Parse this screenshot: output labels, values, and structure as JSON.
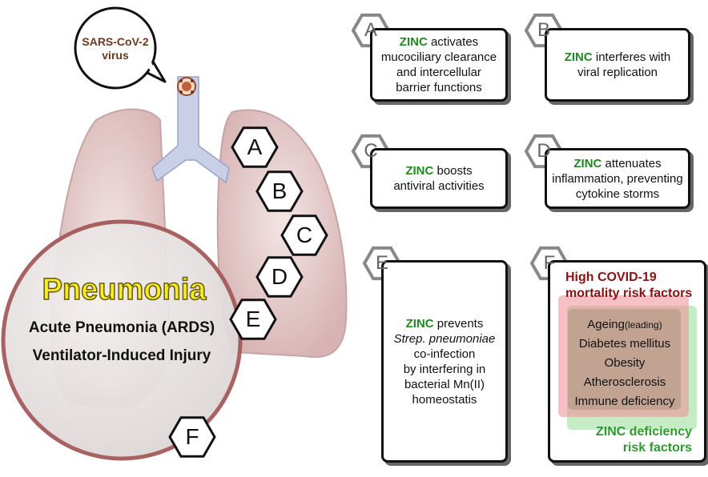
{
  "virus_label": [
    "SARS-CoV-2",
    "virus"
  ],
  "pneumonia": {
    "title": "Pneumonia",
    "line1": "Acute Pneumonia (ARDS)",
    "line2": "Ventilator-Induced Injury"
  },
  "lung_hexagons": [
    "A",
    "B",
    "C",
    "D",
    "E",
    "F"
  ],
  "cards": {
    "A": {
      "letter": "A",
      "zinc": "ZINC",
      "text": [
        " activates",
        "mucociliary clearance",
        "and intercellular",
        "barrier functions"
      ]
    },
    "B": {
      "letter": "B",
      "zinc": "ZINC",
      "text": [
        " interferes with",
        "viral replication"
      ]
    },
    "C": {
      "letter": "C",
      "zinc": "ZINC",
      "text": [
        " boosts",
        "antiviral activities"
      ]
    },
    "D": {
      "letter": "D",
      "zinc": "ZINC",
      "text": [
        " attenuates",
        "inflammation, preventing",
        "cytokine storms"
      ]
    },
    "E": {
      "letter": "E",
      "zinc": "ZINC",
      "text": [
        " prevents",
        "Strep. pneumoniae",
        "co-infection",
        "by interfering in",
        "bacterial Mn(II)",
        "homeostatis"
      ]
    },
    "F": {
      "letter": "F",
      "covid_title": [
        "High COVID-19",
        "mortality risk factors"
      ],
      "factors": [
        "Ageing",
        "Diabetes mellitus",
        "Obesity",
        "Atherosclerosis",
        "Immune deficiency"
      ],
      "ageing_note": "(leading)",
      "zinc_title": [
        "ZINC deficiency",
        "risk factors"
      ]
    }
  },
  "colors": {
    "covid_red": "#8b1010",
    "zinc_green": "#2e9a2e",
    "lung_fill": "#e8d0d0",
    "circle_border": "#a45a5a",
    "trachea": "#c8cfe6",
    "virus_text": "#6b3a1e",
    "yellow": "#f4ec2a"
  }
}
